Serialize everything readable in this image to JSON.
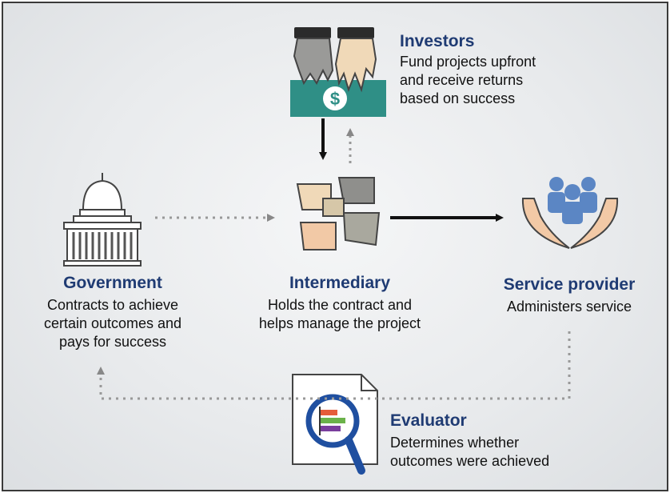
{
  "investors": {
    "title": "Investors",
    "lines": [
      "Fund projects upfront",
      "and receive returns",
      "based on success"
    ],
    "icon": "hands-money-icon"
  },
  "government": {
    "title": "Government",
    "lines": [
      "Contracts to achieve",
      "certain outcomes and",
      "pays for success"
    ],
    "icon": "capitol-building-icon"
  },
  "intermediary": {
    "title": "Intermediary",
    "lines": [
      "Holds the contract and",
      "helps manage the project"
    ],
    "icon": "linked-hands-icon"
  },
  "service_provider": {
    "title": "Service provider",
    "lines": [
      "Administers service"
    ],
    "icon": "hands-people-icon"
  },
  "evaluator": {
    "title": "Evaluator",
    "lines": [
      "Determines whether",
      "outcomes were achieved"
    ],
    "icon": "document-magnifier-icon"
  },
  "money_symbol": "$",
  "colors": {
    "heading": "#1f3b73",
    "money_band": "#2f8f86",
    "people": "#5b86c4",
    "hands": "#f2c9a6"
  }
}
